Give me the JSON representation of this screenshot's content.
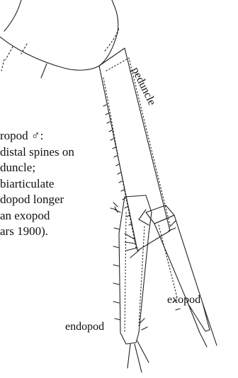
{
  "diagram": {
    "caption_lines": [
      "ropod ♂:",
      "distal spines on",
      "duncle;",
      "biarticulate",
      "dopod longer",
      "an exopod",
      "ars 1900)."
    ],
    "labels": {
      "peduncle": "peduncle",
      "exopod": "exopod",
      "endopod": "endopod"
    },
    "colors": {
      "ink": "#111111",
      "background": "#ffffff"
    }
  }
}
